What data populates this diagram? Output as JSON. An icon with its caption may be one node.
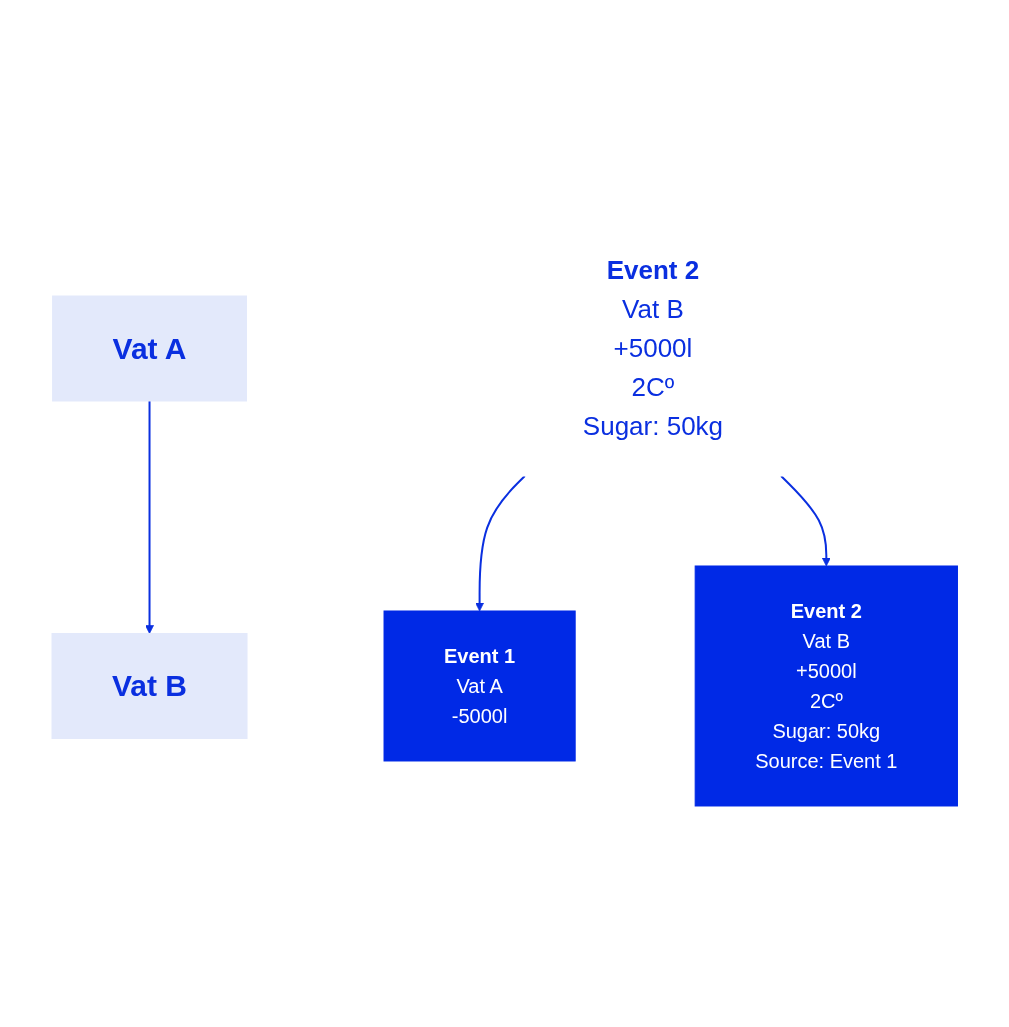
{
  "diagram": {
    "nodes": [
      {
        "text": [
          "Vat A"
        ]
      },
      {
        "text": [
          "Vat B"
        ]
      },
      {
        "text": [
          "Event 2",
          "Vat B",
          "+5000l",
          "2Cº",
          "Sugar: 50kg"
        ]
      },
      {
        "text": [
          "Event 1",
          "Vat A",
          "-5000l"
        ]
      },
      {
        "text": [
          "Event 2",
          "Vat B",
          "+5000l",
          "2Cº",
          "Sugar: 50kg",
          "Source: Event 1"
        ]
      }
    ],
    "edges": [
      {
        "from": 0,
        "to": 1,
        "arrow": "to"
      },
      {
        "from": 2,
        "to": 3,
        "arrow": "to"
      },
      {
        "from": 2,
        "to": 4,
        "arrow": "to"
      }
    ]
  }
}
